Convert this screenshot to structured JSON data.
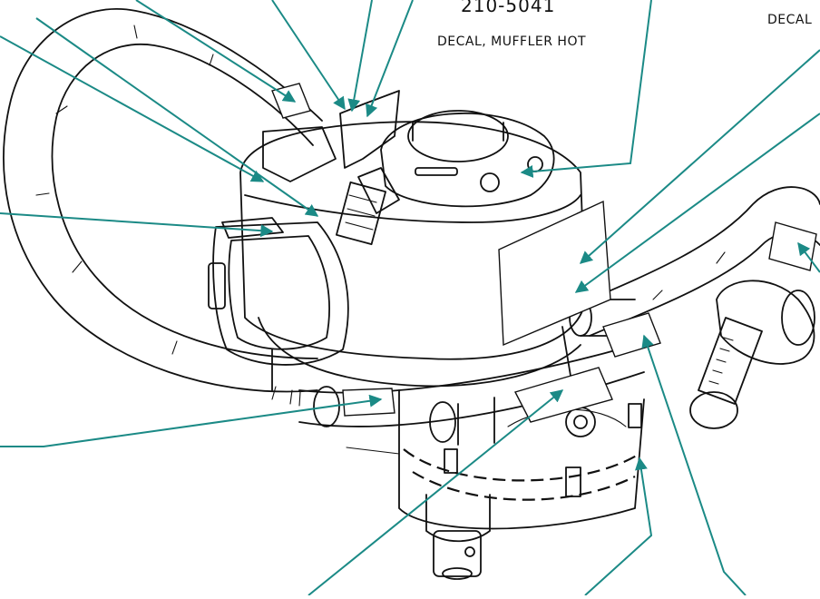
{
  "callouts": {
    "muffler_part_number": "210-5041",
    "muffler_description": "DECAL, MUFFLER HOT",
    "right_description_partial": "DECAL"
  },
  "colors": {
    "leader_line": "#1b8a86",
    "line_art": "#111111",
    "background": "#ffffff"
  }
}
